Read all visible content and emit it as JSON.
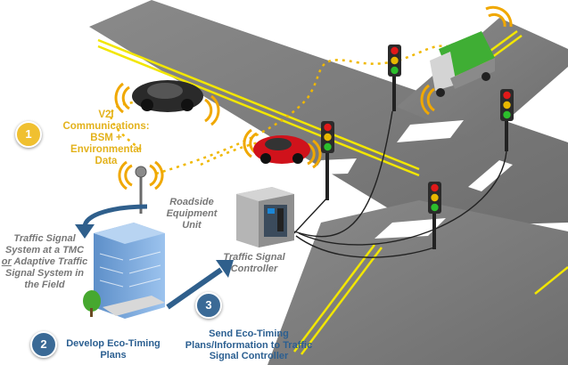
{
  "labels": {
    "v2i": "V2I Communications: BSM + Environmental Data",
    "rsu": "Roadside Equipment Unit",
    "tmc_line1": "Traffic Signal System at a",
    "tmc_tmc": "TMC",
    "tmc_or": "or",
    "tmc_line2": "Adaptive Traffic Signal System in the Field",
    "controller": "Traffic Signal Controller",
    "develop": "Develop Eco-Timing Plans",
    "send": "Send Eco-Timing Plans/Information to Traffic Signal Controller"
  },
  "steps": [
    "1",
    "2",
    "3"
  ],
  "colors": {
    "road": "#7c7c7c",
    "lane_line": "#f2e600",
    "wireless": "#f0a800",
    "step1": "#f0c030",
    "step2": "#3b6a96",
    "step3": "#3b6a96",
    "flow_arrow": "#2f5f8c",
    "text_blue": "#2b5f91",
    "text_yellow": "#e3b21c",
    "text_gray": "#777777"
  }
}
